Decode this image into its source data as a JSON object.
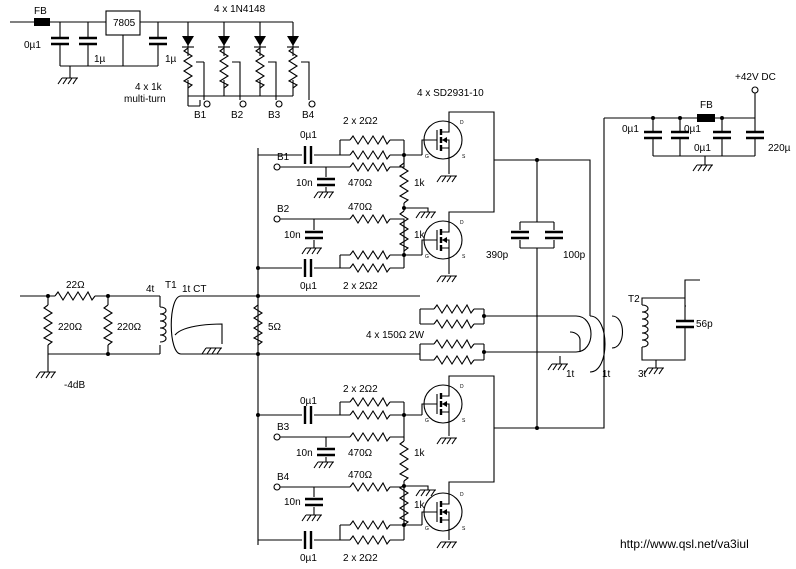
{
  "labels": {
    "fb_top_left": "FB",
    "regulator": "7805",
    "diodes": "4 x 1N4148",
    "cap_0u1_left": "0µ1",
    "cap_1u_a": "1µ",
    "cap_1u_b": "1µ",
    "trimmers": "4 x 1k",
    "trimmers_type": "multi-turn",
    "b1_out": "B1",
    "b2_out": "B2",
    "b3_out": "B3",
    "b4_out": "B4",
    "mosfets": "4 x SD2931-10",
    "supply": "+42V DC",
    "fb_right": "FB",
    "c_0u1_r1": "0µ1",
    "c_0u1_r2": "0µ1",
    "c_0u1_r3": "0µ1",
    "c_220u": "220µ",
    "c_0u1_g1": "0µ1",
    "r_2x2r2_1": "2 x 2Ω2",
    "b1_in": "B1",
    "c_10n_1": "10n",
    "r_470_1": "470Ω",
    "r_1k_1": "1k",
    "b2_in": "B2",
    "r_470_2": "470Ω",
    "c_10n_2": "10n",
    "r_1k_2": "1k",
    "c_390p": "390p",
    "c_100p": "100p",
    "c_0u1_g2": "0µ1",
    "r_2x2r2_2": "2 x 2Ω2",
    "r_22": "22Ω",
    "turns_4t": "4t",
    "t1": "T1",
    "t1_ct": "1t CT",
    "r_220_a": "220Ω",
    "r_220_b": "220Ω",
    "atten": "-4dB",
    "r_5": "5Ω",
    "r_150": "4 x 150Ω 2W",
    "turns_1t_a": "1t",
    "turns_1t_b": "1t",
    "t2": "T2",
    "c_56p": "56p",
    "turns_3t": "3t",
    "c_0u1_g3": "0µ1",
    "r_2x2r2_3": "2 x 2Ω2",
    "b3_in": "B3",
    "c_10n_3": "10n",
    "r_470_3": "470Ω",
    "r_1k_3": "1k",
    "b4_in": "B4",
    "r_470_4": "470Ω",
    "c_10n_4": "10n",
    "r_1k_4": "1k",
    "c_0u1_g4": "0µ1",
    "r_2x2r2_4": "2 x 2Ω2",
    "url": "http://www.qsl.net/va3iul"
  }
}
